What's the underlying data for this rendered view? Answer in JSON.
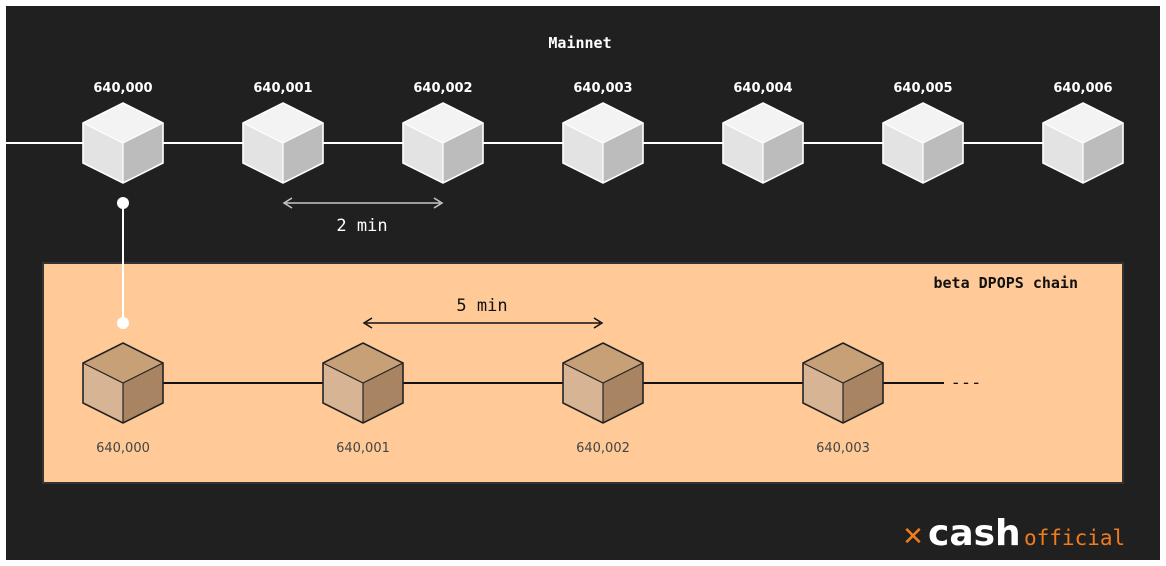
{
  "mainnet": {
    "title": "Mainnet",
    "blocks": [
      "640,000",
      "640,001",
      "640,002",
      "640,003",
      "640,004",
      "640,005",
      "640,006"
    ],
    "interval_label": "2 min"
  },
  "sidechain": {
    "title": "beta DPOPS chain",
    "blocks": [
      "640,000",
      "640,001",
      "640,002",
      "640,003"
    ],
    "interval_label": "5 min",
    "continuation": "---"
  },
  "brand": {
    "x_mark": "✕",
    "name": "cash",
    "suffix": "official"
  },
  "colors": {
    "background": "#202020",
    "sidechain_bg": "#ffca97",
    "brand_orange": "#f07c1c",
    "cube_light_top": "#f3f3f3",
    "cube_light_left": "#e3e3e3",
    "cube_light_right": "#bcbcbc",
    "cube_tan_top": "#c8a078",
    "cube_tan_left": "#d7b594",
    "cube_tan_right": "#a88462"
  }
}
